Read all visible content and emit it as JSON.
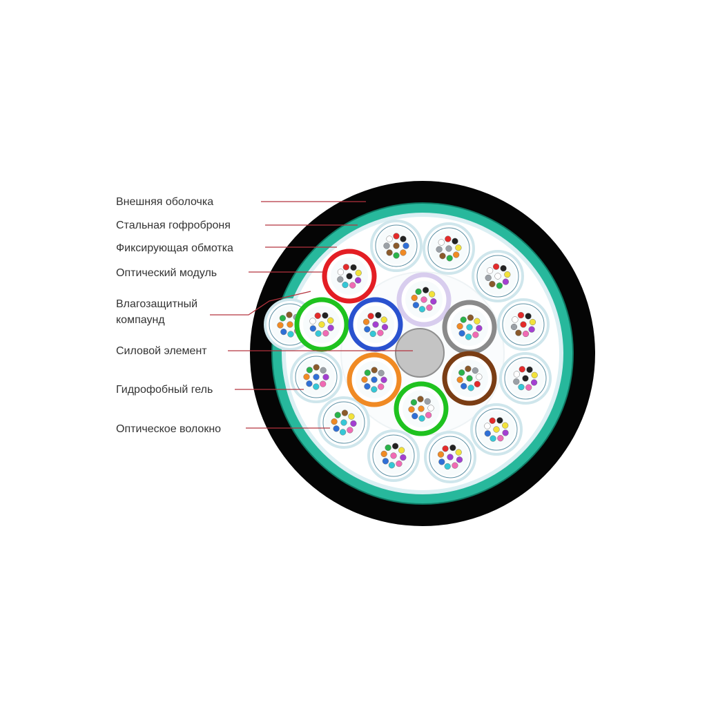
{
  "labels": {
    "outer_sheath": "Внешняя оболочка",
    "steel_armor": "Стальная гофроброня",
    "binding_tape": "Фиксирующая обмотка",
    "optical_module": "Оптический модуль",
    "water_compound_line1": "Влагозащитный",
    "water_compound_line2": "компаунд",
    "strength_member": "Силовой элемент",
    "hydrophobic_gel": "Гидрофобный гель",
    "optical_fiber": "Оптическое волокно"
  },
  "colors": {
    "sheath": "#050505",
    "armor": "#27b89c",
    "armor_edge": "#0f7a64",
    "filling": "#ffffff",
    "strength": "#c4c4c4",
    "leader": "#b4333d",
    "outer_tube": "#cfe6ec",
    "inner_tube": "#5b8fa3",
    "fiber_palette": [
      "#2f6fd6",
      "#f08a24",
      "#29b34a",
      "#8a5a2b",
      "#9aa0a6",
      "#ffffff",
      "#e32b2b",
      "#222222",
      "#f2e23b",
      "#a33fd1",
      "#f06ab4",
      "#35c7d6"
    ]
  },
  "inner_modules": [
    {
      "name": "red",
      "color": "#e31e24"
    },
    {
      "name": "green",
      "color": "#1fc21f"
    },
    {
      "name": "blue",
      "color": "#2a52cf"
    },
    {
      "name": "violet",
      "color": "#d8cdee"
    },
    {
      "name": "gray",
      "color": "#8a8a8a"
    },
    {
      "name": "orange",
      "color": "#f08a24"
    },
    {
      "name": "green",
      "color": "#1fc21f"
    },
    {
      "name": "brown",
      "color": "#7a3d14"
    }
  ]
}
